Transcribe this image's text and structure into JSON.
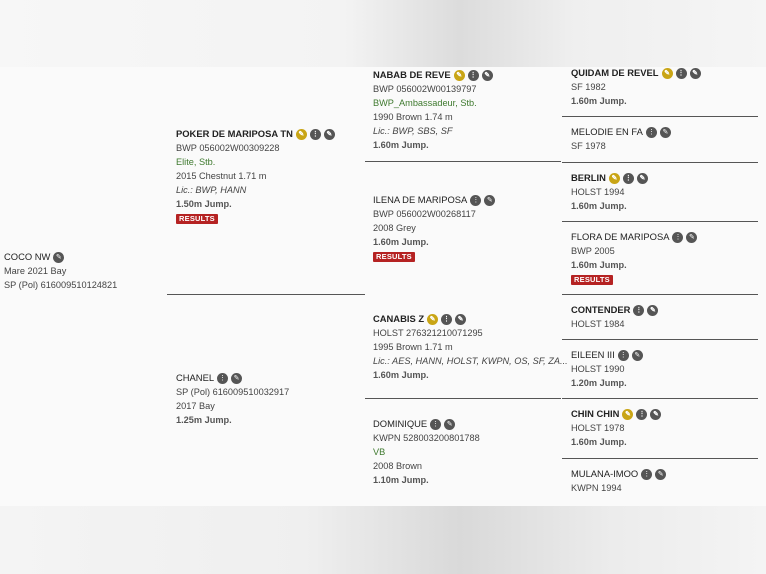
{
  "main": {
    "name": "COCO NW",
    "line1": "Mare 2021 Bay",
    "line2": "SP (Pol) 616009510124821"
  },
  "sire": {
    "name": "POKER DE MARIPOSA TN",
    "reg": "BWP 056002W00309228",
    "note": "Elite, Stb.",
    "details": "2015 Chestnut 1.71 m",
    "lic": "Lic.: BWP, HANN",
    "jump": "1.50m Jump.",
    "results": "RESULTS"
  },
  "dam": {
    "name": "CHANEL",
    "reg": "SP (Pol) 616009510032917",
    "details": "2017 Bay",
    "jump": "1.25m Jump."
  },
  "ss": {
    "name": "NABAB DE REVE",
    "reg": "BWP 056002W00139797",
    "note": "BWP_Ambassadeur, Stb.",
    "details": "1990 Brown 1.74 m",
    "lic": "Lic.: BWP, SBS, SF",
    "jump": "1.60m Jump."
  },
  "sd": {
    "name": "ILENA DE MARIPOSA",
    "reg": "BWP 056002W00268117",
    "details": "2008 Grey",
    "jump": "1.60m Jump.",
    "results": "RESULTS"
  },
  "ds": {
    "name": "CANABIS Z",
    "reg": "HOLST 276321210071295",
    "details": "1995 Brown 1.71 m",
    "lic": "Lic.: AES, HANN, HOLST, KWPN, OS, SF, ZA...",
    "jump": "1.60m Jump."
  },
  "dd": {
    "name": "DOMINIQUE",
    "reg": "KWPN 528003200801788",
    "note": "VB",
    "details": "2008 Brown",
    "jump": "1.10m Jump."
  },
  "g1": {
    "name": "QUIDAM DE REVEL",
    "reg": "SF 1982",
    "jump": "1.60m Jump."
  },
  "g2": {
    "name": "MELODIE EN FA",
    "reg": "SF 1978"
  },
  "g3": {
    "name": "BERLIN",
    "reg": "HOLST 1994",
    "jump": "1.60m Jump."
  },
  "g4": {
    "name": "FLORA DE MARIPOSA",
    "reg": "BWP 2005",
    "jump": "1.60m Jump.",
    "results": "RESULTS"
  },
  "g5": {
    "name": "CONTENDER",
    "reg": "HOLST 1984"
  },
  "g6": {
    "name": "EILEEN III",
    "reg": "HOLST 1990",
    "jump": "1.20m Jump."
  },
  "g7": {
    "name": "CHIN CHIN",
    "reg": "HOLST 1978",
    "jump": "1.60m Jump."
  },
  "g8": {
    "name": "MULANA-IMOO",
    "reg": "KWPN 1994"
  },
  "icons": {
    "gold": "pencil-gold-icon",
    "tree": "pedigree-tree-icon",
    "edit": "edit-pencil-icon"
  },
  "colors": {
    "accent_gold": "#c9a515",
    "results_red": "#b52222",
    "note_green": "#3f7a2f"
  }
}
